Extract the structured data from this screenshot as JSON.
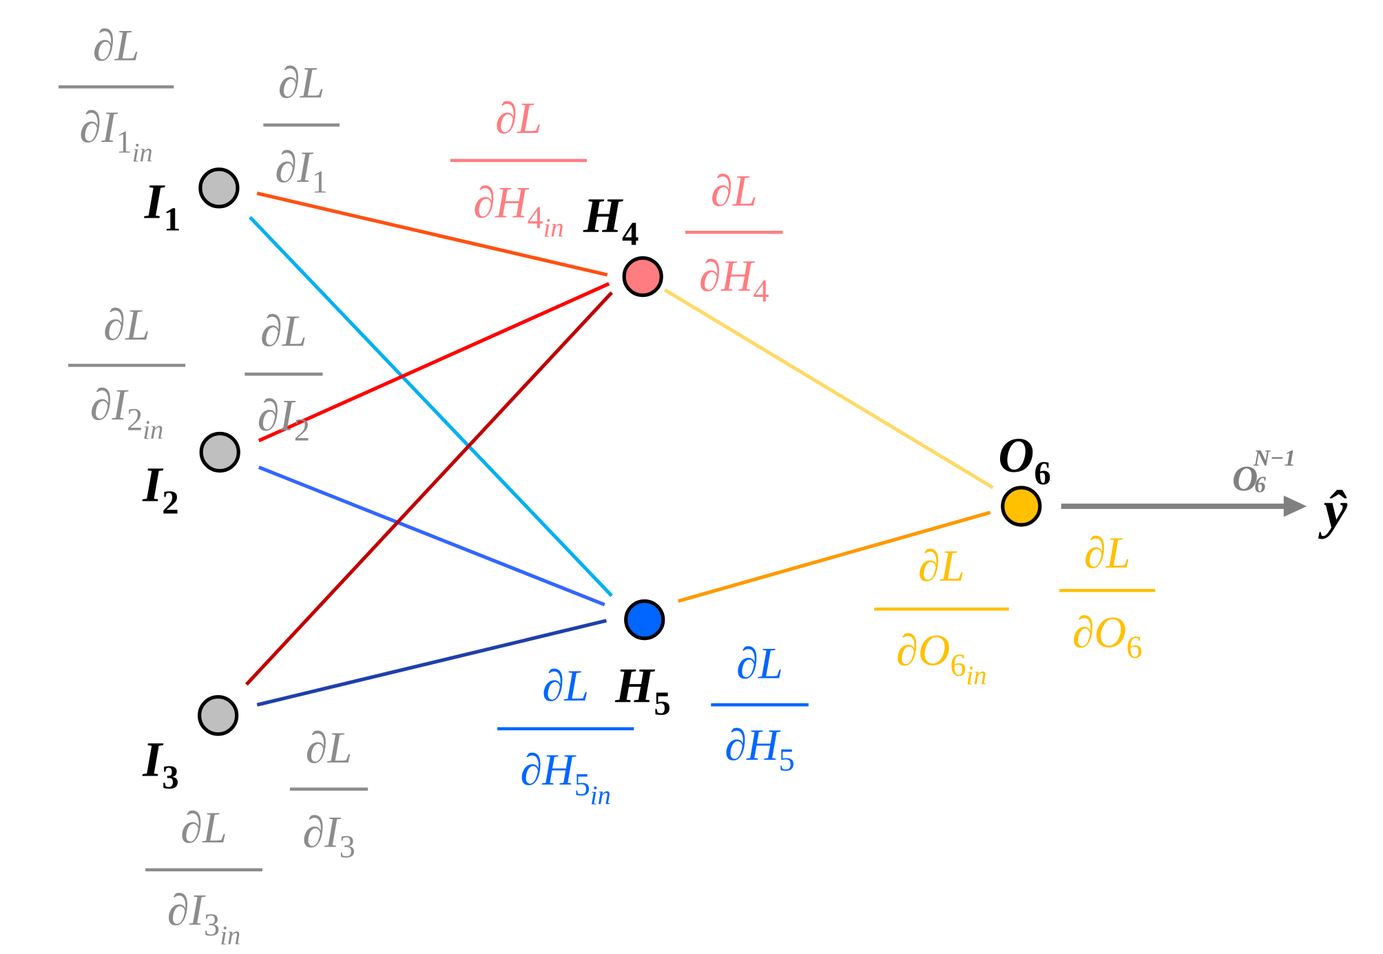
{
  "nodes": [
    {
      "id": "I1",
      "letter": "I",
      "sub": "1",
      "fill": "#BFBFBF"
    },
    {
      "id": "I2",
      "letter": "I",
      "sub": "2",
      "fill": "#BFBFBF"
    },
    {
      "id": "I3",
      "letter": "I",
      "sub": "3",
      "fill": "#BFBFBF"
    },
    {
      "id": "H4",
      "letter": "H",
      "sub": "4",
      "fill": "#FF7C80"
    },
    {
      "id": "H5",
      "letter": "H",
      "sub": "5",
      "fill": "#0066FF"
    },
    {
      "id": "O6",
      "letter": "O",
      "sub": "6",
      "fill": "#FFC000"
    }
  ],
  "edges": [
    {
      "from": "I1",
      "to": "H4",
      "color": "#FF5010"
    },
    {
      "from": "I1",
      "to": "H5",
      "color": "#00B0F0"
    },
    {
      "from": "I2",
      "to": "H4",
      "color": "#FF0000"
    },
    {
      "from": "I2",
      "to": "H5",
      "color": "#3366FF"
    },
    {
      "from": "I3",
      "to": "H4",
      "color": "#C00000"
    },
    {
      "from": "I3",
      "to": "H5",
      "color": "#1F3FAA"
    },
    {
      "from": "H4",
      "to": "O6",
      "color": "#FFD966"
    },
    {
      "from": "H5",
      "to": "O6",
      "color": "#FF9900"
    }
  ],
  "fractions": [
    {
      "id": "dL-dI1in",
      "num": "∂L",
      "den": "∂I",
      "sub": "1",
      "subsub": "in",
      "color": "#8C8C8C"
    },
    {
      "id": "dL-dI1",
      "num": "∂L",
      "den": "∂I",
      "sub": "1",
      "subsub": "",
      "color": "#8C8C8C"
    },
    {
      "id": "dL-dI2in",
      "num": "∂L",
      "den": "∂I",
      "sub": "2",
      "subsub": "in",
      "color": "#8C8C8C"
    },
    {
      "id": "dL-dI2",
      "num": "∂L",
      "den": "∂I",
      "sub": "2",
      "subsub": "",
      "color": "#8C8C8C"
    },
    {
      "id": "dL-dI3",
      "num": "∂L",
      "den": "∂I",
      "sub": "3",
      "subsub": "",
      "color": "#8C8C8C"
    },
    {
      "id": "dL-dI3in",
      "num": "∂L",
      "den": "∂I",
      "sub": "3",
      "subsub": "in",
      "color": "#8C8C8C"
    },
    {
      "id": "dL-dH4in",
      "num": "∂L",
      "den": "∂H",
      "sub": "4",
      "subsub": "in",
      "color": "#FF7C80"
    },
    {
      "id": "dL-dH4",
      "num": "∂L",
      "den": "∂H",
      "sub": "4",
      "subsub": "",
      "color": "#FF7C80"
    },
    {
      "id": "dL-dH5in",
      "num": "∂L",
      "den": "∂H",
      "sub": "5",
      "subsub": "in",
      "color": "#0066FF"
    },
    {
      "id": "dL-dH5",
      "num": "∂L",
      "den": "∂H",
      "sub": "5",
      "subsub": "",
      "color": "#0066FF"
    },
    {
      "id": "dL-dO6in",
      "num": "∂L",
      "den": "∂O",
      "sub": "6",
      "subsub": "in",
      "color": "#FFC000"
    },
    {
      "id": "dL-dO6",
      "num": "∂L",
      "den": "∂O",
      "sub": "6",
      "subsub": "",
      "color": "#FFC000"
    }
  ],
  "output": {
    "arrow_color": "#808080",
    "arrow_label": {
      "base": "O",
      "sub": "6",
      "sup": "N−1"
    },
    "y_hat": "ŷ"
  }
}
